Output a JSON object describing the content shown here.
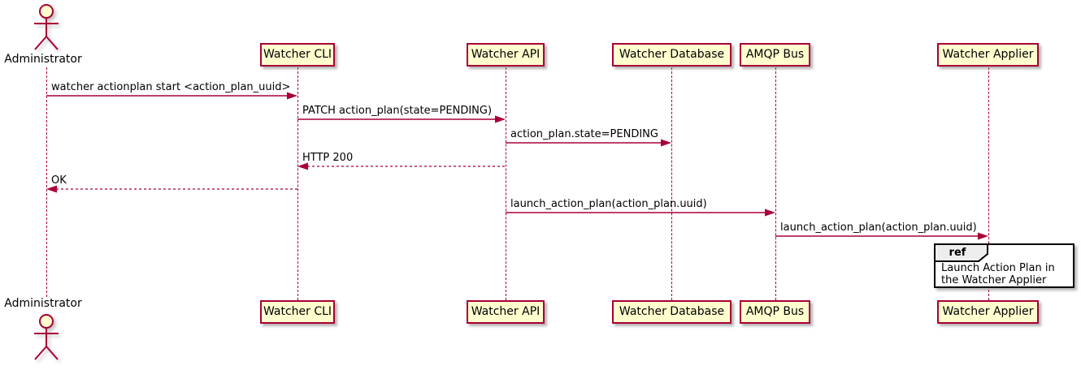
{
  "actor": {
    "name": "Administrator"
  },
  "participants": [
    {
      "name": "Watcher CLI"
    },
    {
      "name": "Watcher API"
    },
    {
      "name": "Watcher Database"
    },
    {
      "name": "AMQP Bus"
    },
    {
      "name": "Watcher Applier"
    }
  ],
  "messages": [
    {
      "label": "watcher actionplan start <action_plan_uuid>",
      "from": "Administrator",
      "to": "Watcher CLI",
      "line": "solid"
    },
    {
      "label": "PATCH action_plan(state=PENDING)",
      "from": "Watcher CLI",
      "to": "Watcher API",
      "line": "solid"
    },
    {
      "label": "action_plan.state=PENDING",
      "from": "Watcher API",
      "to": "Watcher Database",
      "line": "solid"
    },
    {
      "label": "HTTP 200",
      "from": "Watcher API",
      "to": "Watcher CLI",
      "line": "dashed"
    },
    {
      "label": "OK",
      "from": "Watcher CLI",
      "to": "Administrator",
      "line": "dashed"
    },
    {
      "label": "launch_action_plan(action_plan.uuid)",
      "from": "Watcher API",
      "to": "AMQP Bus",
      "line": "solid"
    },
    {
      "label": "launch_action_plan(action_plan.uuid)",
      "from": "AMQP Bus",
      "to": "Watcher Applier",
      "line": "solid"
    }
  ],
  "ref": {
    "keyword": "ref",
    "text": "Launch Action Plan in the Watcher Applier",
    "over": "Watcher Applier"
  },
  "colors": {
    "line": "#A80036",
    "participant_fill": "#FEFECE",
    "ref_header_fill": "#EEEEEE",
    "ref_border": "#000000",
    "text": "#000000"
  }
}
